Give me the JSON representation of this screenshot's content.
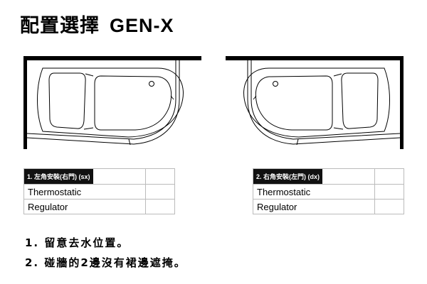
{
  "title": {
    "zh": "配置選擇",
    "model": "GEN-X"
  },
  "configs": [
    {
      "header": "1. 左角安裝(右門) (sx)",
      "rows": [
        "Thermostatic",
        "Regulator"
      ]
    },
    {
      "header": "2. 右角安裝(左門) (dx)",
      "rows": [
        "Thermostatic",
        "Regulator"
      ]
    }
  ],
  "notes": [
    "1. 留意去水位置。",
    "2. 碰牆的2邊沒有裙邊遮掩。"
  ]
}
